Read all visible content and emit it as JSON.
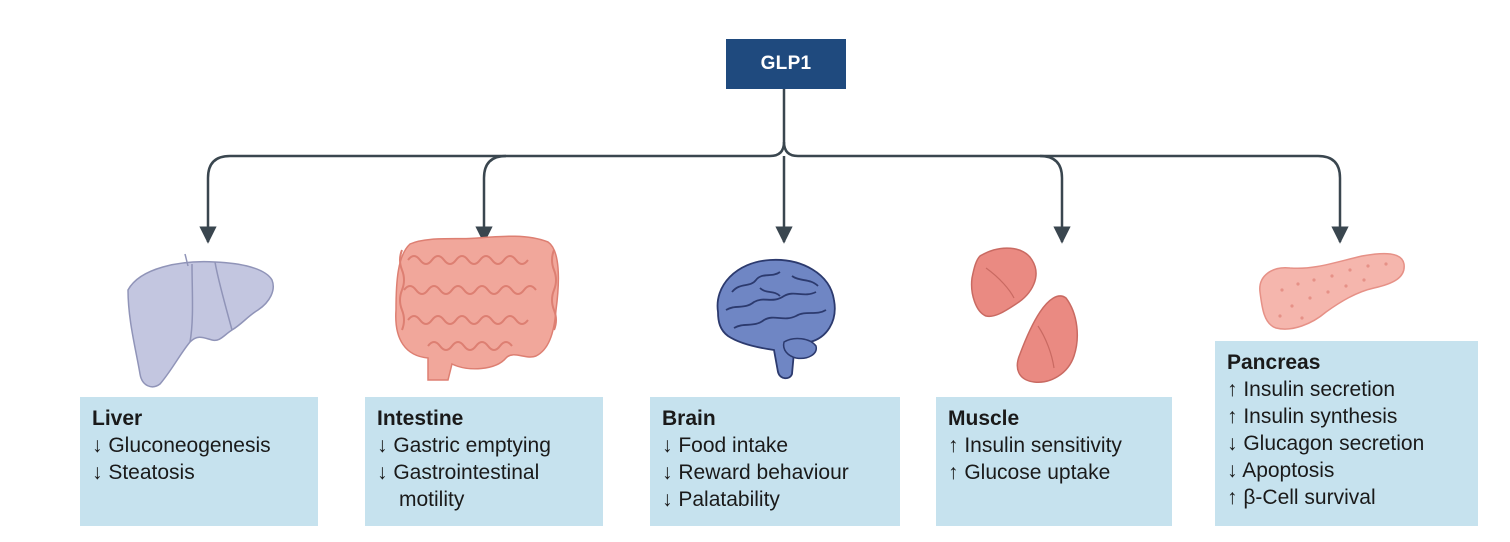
{
  "colors": {
    "root_fill": "#1f4a7e",
    "root_text": "#ffffff",
    "connector": "#3a464f",
    "box_fill": "#c6e2ee",
    "liver_fill": "#c3c6e0",
    "liver_stroke": "#9094b8",
    "pink_fill": "#f1a79b",
    "pink_stroke": "#dd7f72",
    "brain_fill": "#6f86c4",
    "brain_stroke": "#2c3a6e",
    "muscle_fill": "#ea8a82",
    "muscle_stroke": "#c96a62",
    "pancreas_fill": "#f5b6ad",
    "pancreas_stroke": "#e69187"
  },
  "root": {
    "label": "GLP1"
  },
  "organs": [
    {
      "id": "liver",
      "icon": "liver-icon",
      "title": "Liver",
      "effects": [
        {
          "arrow": "↓",
          "text": "Gluconeogenesis"
        },
        {
          "arrow": "↓",
          "text": "Steatosis"
        }
      ]
    },
    {
      "id": "intestine",
      "icon": "intestine-icon",
      "title": "Intestine",
      "effects": [
        {
          "arrow": "↓",
          "text": "Gastric emptying"
        },
        {
          "arrow": "↓",
          "text": "Gastrointestinal",
          "cont": "motility"
        }
      ]
    },
    {
      "id": "brain",
      "icon": "brain-icon",
      "title": "Brain",
      "effects": [
        {
          "arrow": "↓",
          "text": "Food intake"
        },
        {
          "arrow": "↓",
          "text": "Reward behaviour"
        },
        {
          "arrow": "↓",
          "text": "Palatability"
        }
      ]
    },
    {
      "id": "muscle",
      "icon": "muscle-icon",
      "title": "Muscle",
      "effects": [
        {
          "arrow": "↑",
          "text": "Insulin sensitivity"
        },
        {
          "arrow": "↑",
          "text": "Glucose uptake"
        }
      ]
    },
    {
      "id": "pancreas",
      "icon": "pancreas-icon",
      "title": "Pancreas",
      "effects": [
        {
          "arrow": "↑",
          "text": "Insulin secretion"
        },
        {
          "arrow": "↑",
          "text": "Insulin synthesis"
        },
        {
          "arrow": "↓",
          "text": "Glucagon secretion"
        },
        {
          "arrow": "↓",
          "text": "Apoptosis"
        },
        {
          "arrow": "↑",
          "text": "β-Cell survival"
        }
      ]
    }
  ]
}
